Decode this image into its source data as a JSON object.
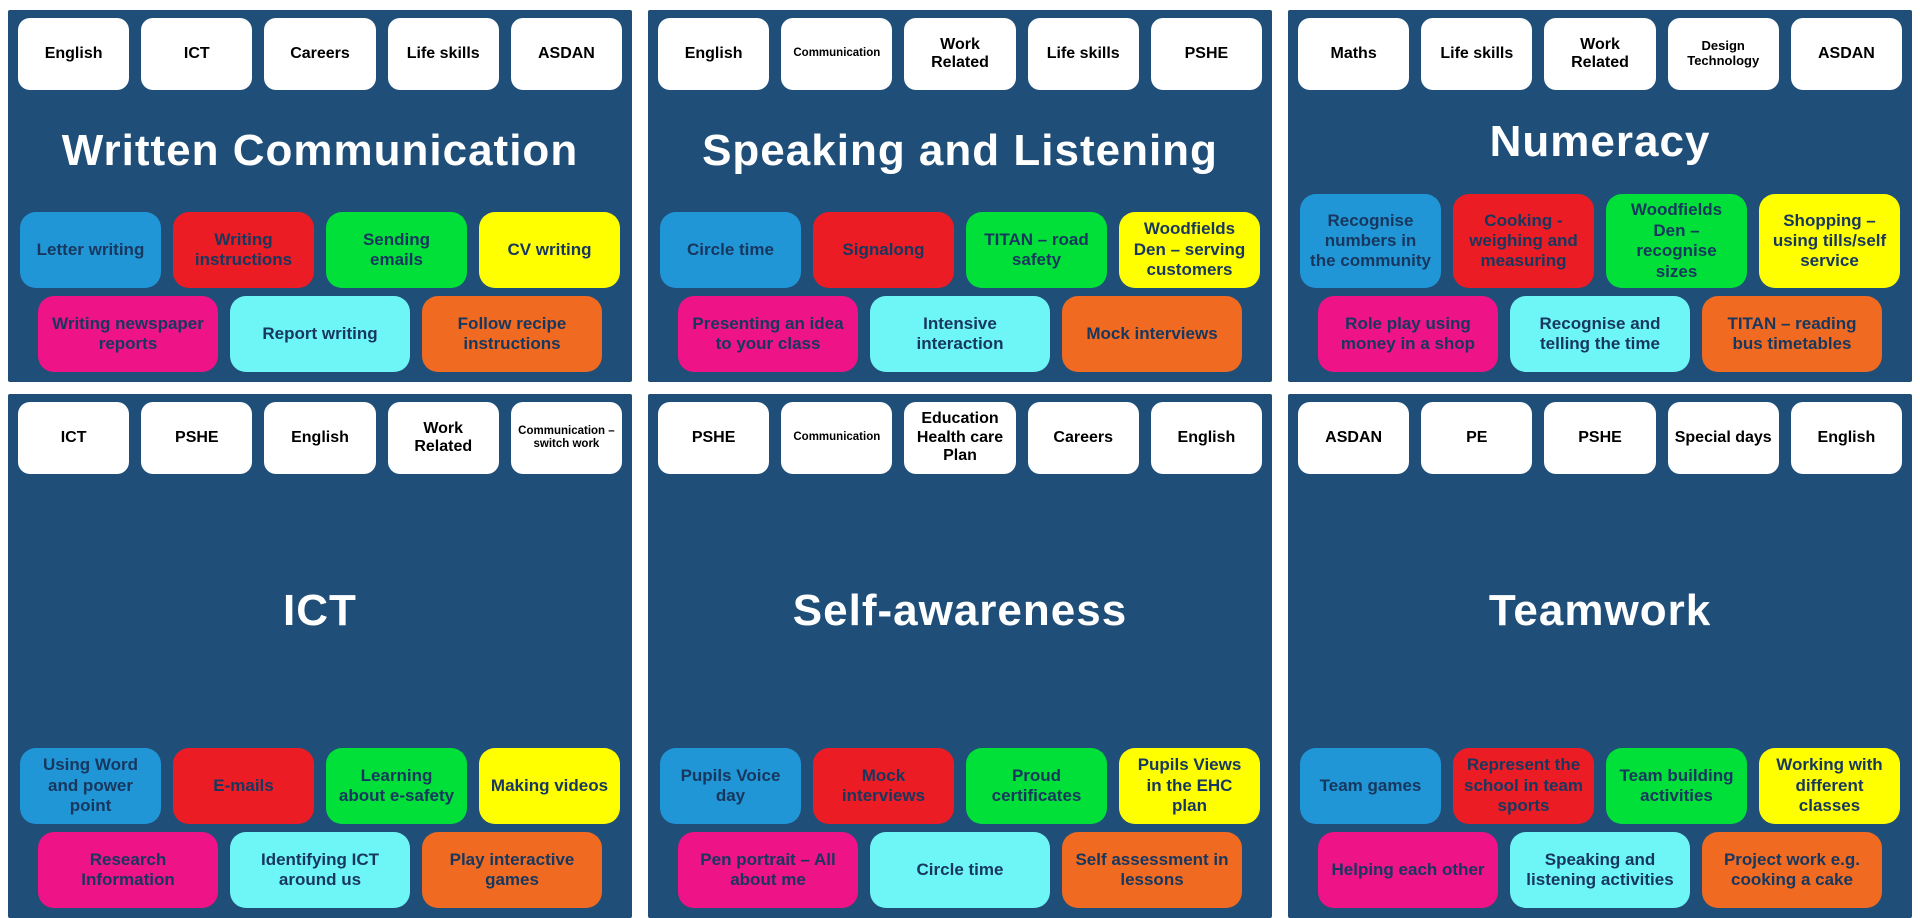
{
  "colors": {
    "panel_background": "#1F4E79",
    "title_text": "#FFFFFF",
    "tag_background": "#FFFFFF",
    "tag_text": "#000000",
    "chip_text": "#17375E",
    "chips": {
      "blue": "#2196D6",
      "red": "#EC1C24",
      "green": "#00E038",
      "yellow": "#FFFF00",
      "pink": "#EE1386",
      "cyan": "#6EF5F5",
      "orange": "#F06A21"
    }
  },
  "panels": [
    {
      "title": "Written Communication",
      "tags": [
        "English",
        "ICT",
        "Careers",
        "Life skills",
        "ASDAN"
      ],
      "row1": [
        {
          "label": "Letter writing",
          "color": "blue"
        },
        {
          "label": "Writing instructions",
          "color": "red"
        },
        {
          "label": "Sending emails",
          "color": "green"
        },
        {
          "label": "CV writing",
          "color": "yellow"
        }
      ],
      "row2": [
        {
          "label": "Writing newspaper reports",
          "color": "pink"
        },
        {
          "label": "Report writing",
          "color": "cyan"
        },
        {
          "label": "Follow recipe instructions",
          "color": "orange"
        }
      ]
    },
    {
      "title": "Speaking and Listening",
      "tags": [
        "English",
        "Communication",
        "Work Related",
        "Life skills",
        "PSHE"
      ],
      "row1": [
        {
          "label": "Circle time",
          "color": "blue"
        },
        {
          "label": "Signalong",
          "color": "red"
        },
        {
          "label": "TITAN – road safety",
          "color": "green"
        },
        {
          "label": "Woodfields Den – serving customers",
          "color": "yellow"
        }
      ],
      "row2": [
        {
          "label": "Presenting an idea to your class",
          "color": "pink"
        },
        {
          "label": "Intensive interaction",
          "color": "cyan"
        },
        {
          "label": "Mock interviews",
          "color": "orange"
        }
      ]
    },
    {
      "title": "Numeracy",
      "tags": [
        "Maths",
        "Life skills",
        "Work Related",
        "Design Technology",
        "ASDAN"
      ],
      "row1": [
        {
          "label": "Recognise numbers in the community",
          "color": "blue"
        },
        {
          "label": "Cooking - weighing and measuring",
          "color": "red"
        },
        {
          "label": "Woodfields Den – recognise sizes",
          "color": "green"
        },
        {
          "label": "Shopping – using tills/self service",
          "color": "yellow"
        }
      ],
      "row2": [
        {
          "label": "Role play using money in a shop",
          "color": "pink"
        },
        {
          "label": "Recognise and telling the time",
          "color": "cyan"
        },
        {
          "label": "TITAN – reading bus timetables",
          "color": "orange"
        }
      ]
    },
    {
      "title": "ICT",
      "tags": [
        "ICT",
        "PSHE",
        "English",
        "Work Related",
        "Communication – switch work"
      ],
      "row1": [
        {
          "label": "Using Word and  power point",
          "color": "blue"
        },
        {
          "label": "E-mails",
          "color": "red"
        },
        {
          "label": "Learning about e-safety",
          "color": "green"
        },
        {
          "label": "Making videos",
          "color": "yellow"
        }
      ],
      "row2": [
        {
          "label": "Research Information",
          "color": "pink"
        },
        {
          "label": "Identifying ICT around us",
          "color": "cyan"
        },
        {
          "label": "Play interactive games",
          "color": "orange"
        }
      ]
    },
    {
      "title": "Self-awareness",
      "tags": [
        "PSHE",
        "Communication",
        "Education Health care Plan",
        "Careers",
        "English"
      ],
      "row1": [
        {
          "label": "Pupils Voice day",
          "color": "blue"
        },
        {
          "label": "Mock interviews",
          "color": "red"
        },
        {
          "label": "Proud certificates",
          "color": "green"
        },
        {
          "label": "Pupils Views in the EHC plan",
          "color": "yellow"
        }
      ],
      "row2": [
        {
          "label": "Pen portrait – All about me",
          "color": "pink"
        },
        {
          "label": "Circle time",
          "color": "cyan"
        },
        {
          "label": "Self assessment in lessons",
          "color": "orange"
        }
      ]
    },
    {
      "title": "Teamwork",
      "tags": [
        "ASDAN",
        "PE",
        "PSHE",
        "Special days",
        "English"
      ],
      "row1": [
        {
          "label": "Team games",
          "color": "blue"
        },
        {
          "label": "Represent the school in team sports",
          "color": "red"
        },
        {
          "label": "Team building activities",
          "color": "green"
        },
        {
          "label": "Working with different classes",
          "color": "yellow"
        }
      ],
      "row2": [
        {
          "label": "Helping each other",
          "color": "pink"
        },
        {
          "label": "Speaking and listening activities",
          "color": "cyan"
        },
        {
          "label": "Project work e.g. cooking a cake",
          "color": "orange"
        }
      ]
    }
  ]
}
